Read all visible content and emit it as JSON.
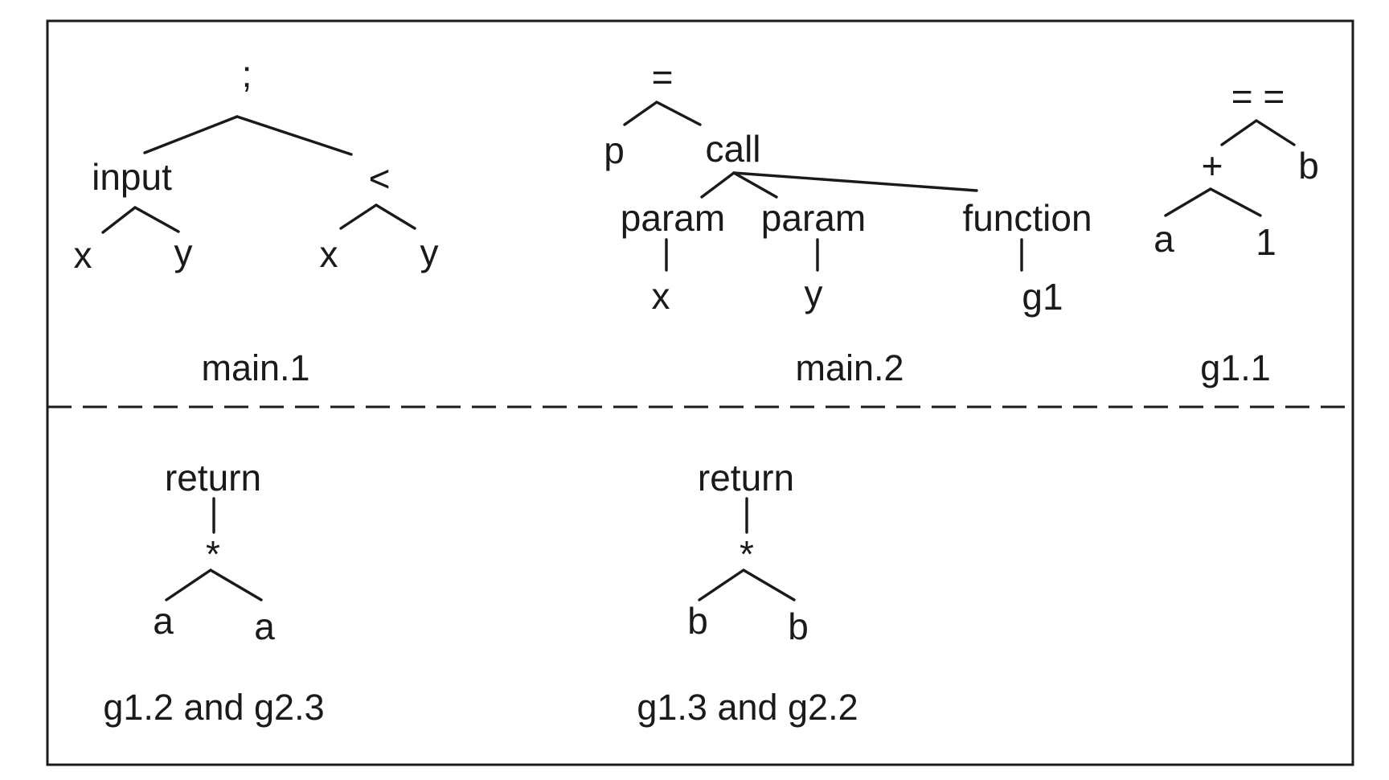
{
  "trees": {
    "main1": {
      "caption": "main.1",
      "root": ";",
      "input": "input",
      "input_x": "x",
      "input_y": "y",
      "lt": "<",
      "lt_x": "x",
      "lt_y": "y"
    },
    "main2": {
      "caption": "main.2",
      "root": "=",
      "p": "p",
      "call": "call",
      "param1": "param",
      "param2": "param",
      "function": "function",
      "x": "x",
      "y": "y",
      "g1": "g1"
    },
    "g11": {
      "caption": "g1.1",
      "root": "= =",
      "plus": "+",
      "b": "b",
      "a": "a",
      "one": "1"
    },
    "g12": {
      "caption": "g1.2 and g2.3",
      "root": "return",
      "mul": "*",
      "a_left": "a",
      "a_right": "a"
    },
    "g13": {
      "caption": "g1.3 and g2.2",
      "root": "return",
      "mul": "*",
      "b_left": "b",
      "b_right": "b"
    }
  }
}
